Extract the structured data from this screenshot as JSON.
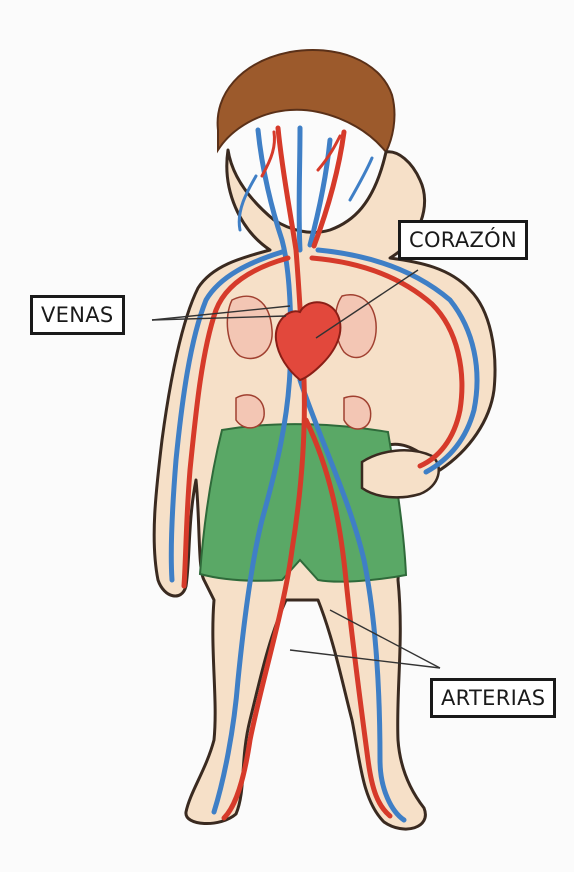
{
  "labels": {
    "heart": "CORAZÓN",
    "veins": "VENAS",
    "arteries": "ARTERIAS"
  },
  "colors": {
    "artery": "#d63a2a",
    "vein": "#3f7fc6",
    "skin": "#f6e0c8",
    "outline": "#3a2a20",
    "hair": "#9c5a2c",
    "shorts": "#5aa866",
    "heart": "#e2483c",
    "organ": "#f3c6b4"
  }
}
